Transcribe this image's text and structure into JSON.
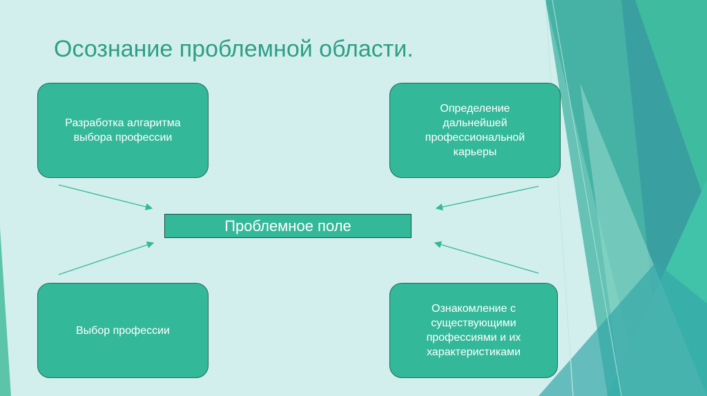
{
  "slide": {
    "title": "Осознание проблемной области.",
    "center_label": "Проблемное поле",
    "boxes": {
      "top_left": "Разработка алгаритма\nвыбора профессии",
      "top_right": "Определение\nдальнейшей\nпрофессиональной\nкарьеры",
      "bottom_left": "Выбор профессии",
      "bottom_right": "Ознакомление с\nсуществующими\nпрофессиями и их\nхарактеристиками"
    },
    "colors": {
      "background": "#d2efed",
      "box_fill": "#33b899",
      "title": "#2e9e86",
      "arrow": "#33b899"
    }
  }
}
